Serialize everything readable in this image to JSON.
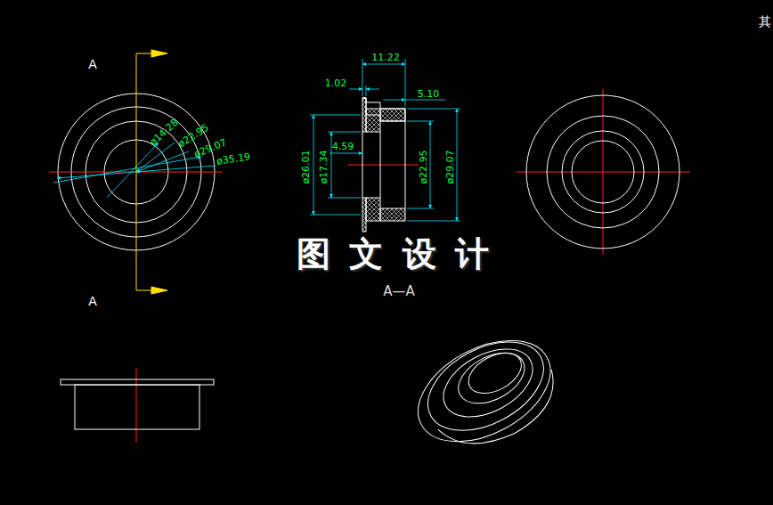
{
  "diagram": {
    "labels": [
      "A",
      "ø14.28",
      "ø22.95",
      "ø29.07",
      "ø35.19",
      "11.22",
      "1.02",
      "5.10",
      "4.59",
      "ø26.01",
      "ø17.34",
      "ø22.95",
      "ø29.07",
      "图 文 设 计",
      "A—A",
      "A",
      "其"
    ]
  }
}
